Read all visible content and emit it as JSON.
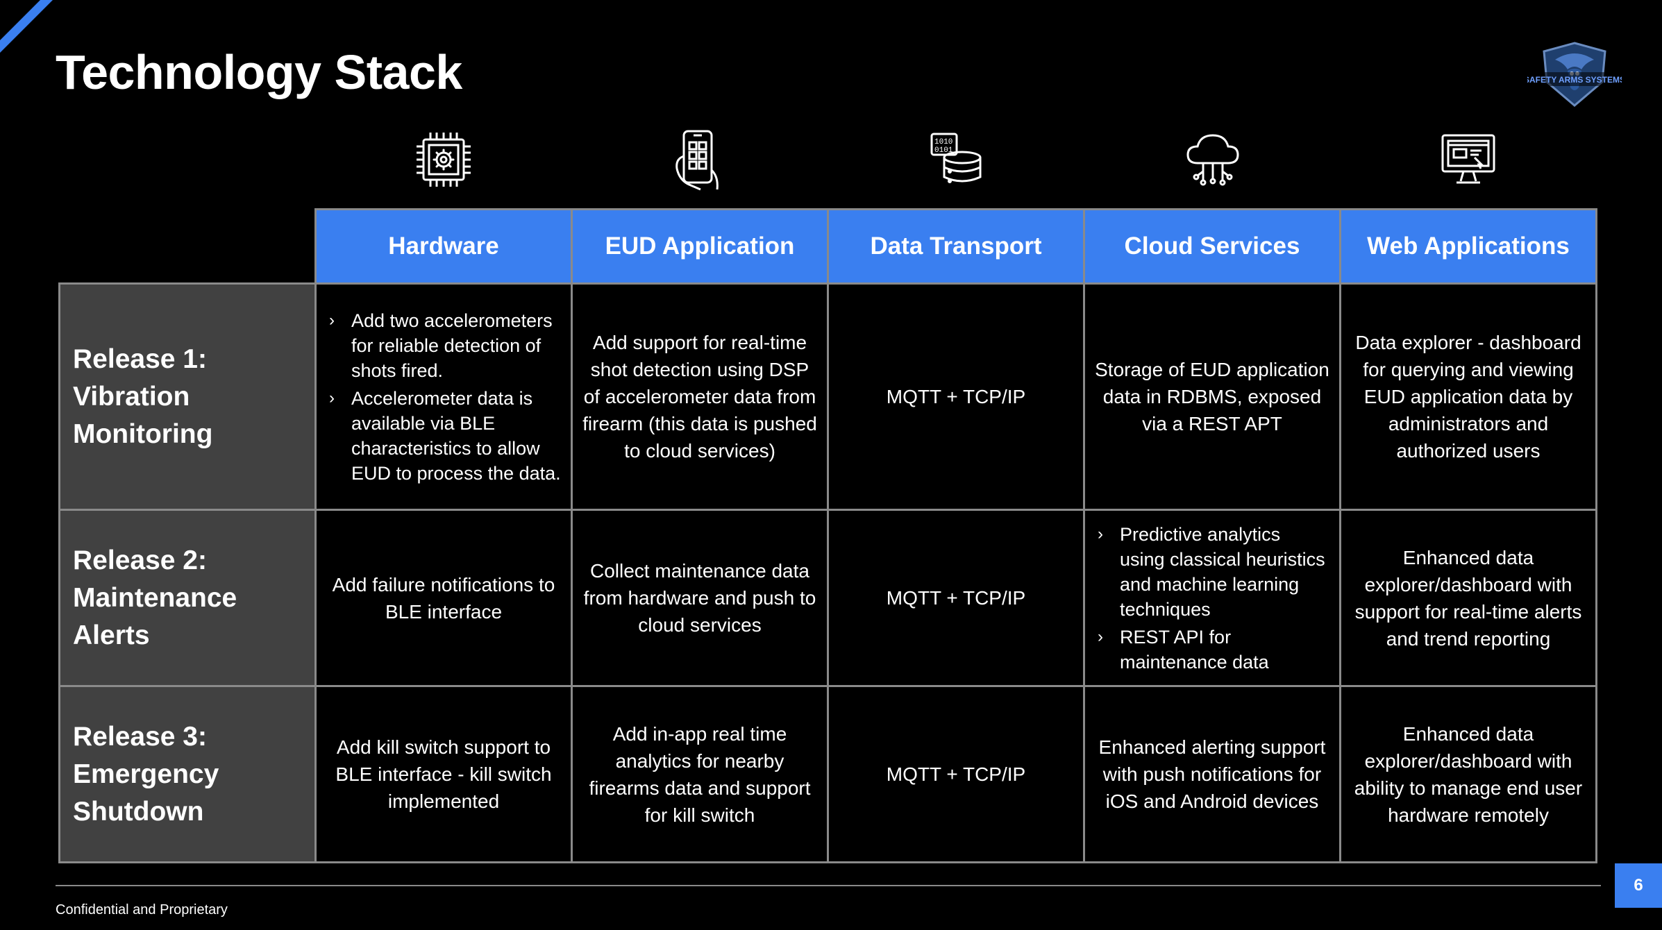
{
  "slide": {
    "title": "Technology Stack",
    "logo_text": "SAFETY ARMS SYSTEMS",
    "footer": "Confidential and Proprietary",
    "page_number": "6",
    "accent_color": "#3a7ff0"
  },
  "columns": [
    {
      "label": "Hardware",
      "icon": "chip-icon"
    },
    {
      "label": "EUD Application",
      "icon": "smartphone-icon"
    },
    {
      "label": "Data Transport",
      "icon": "database-icon"
    },
    {
      "label": "Cloud Services",
      "icon": "cloud-icon"
    },
    {
      "label": "Web Applications",
      "icon": "monitor-icon"
    }
  ],
  "rows": [
    {
      "label": [
        "Release 1:",
        "Vibration",
        "Monitoring"
      ],
      "cells": {
        "hardware": [
          "Add two accelerometers for reliable detection of shots fired.",
          "Accelerometer data is available via BLE characteristics to allow EUD to process the data."
        ],
        "eud": "Add support for real-time shot detection using DSP of accelerometer data from firearm (this data is pushed to cloud services)",
        "transport": "MQTT + TCP/IP",
        "cloud": "Storage of EUD application data in RDBMS, exposed via a REST APT",
        "web": "Data explorer - dashboard for querying and viewing EUD application data by administrators and authorized users"
      }
    },
    {
      "label": [
        "Release 2:",
        "Maintenance",
        "Alerts"
      ],
      "cells": {
        "hardware": "Add failure notifications to BLE interface",
        "eud": "Collect maintenance data from hardware and push to cloud services",
        "transport": "MQTT + TCP/IP",
        "cloud": [
          "Predictive analytics using classical heuristics and machine learning techniques",
          "REST API for maintenance data"
        ],
        "web": "Enhanced data explorer/dashboard with support for real-time alerts and trend reporting"
      }
    },
    {
      "label": [
        "Release 3:",
        "Emergency",
        "Shutdown"
      ],
      "cells": {
        "hardware": "Add kill switch support to BLE interface - kill switch implemented",
        "eud": "Add in-app real time analytics for nearby firearms data and support for kill switch",
        "transport": "MQTT + TCP/IP",
        "cloud": "Enhanced alerting support with push notifications for iOS and Android devices",
        "web": "Enhanced data explorer/dashboard with ability to manage end user hardware remotely"
      }
    }
  ]
}
